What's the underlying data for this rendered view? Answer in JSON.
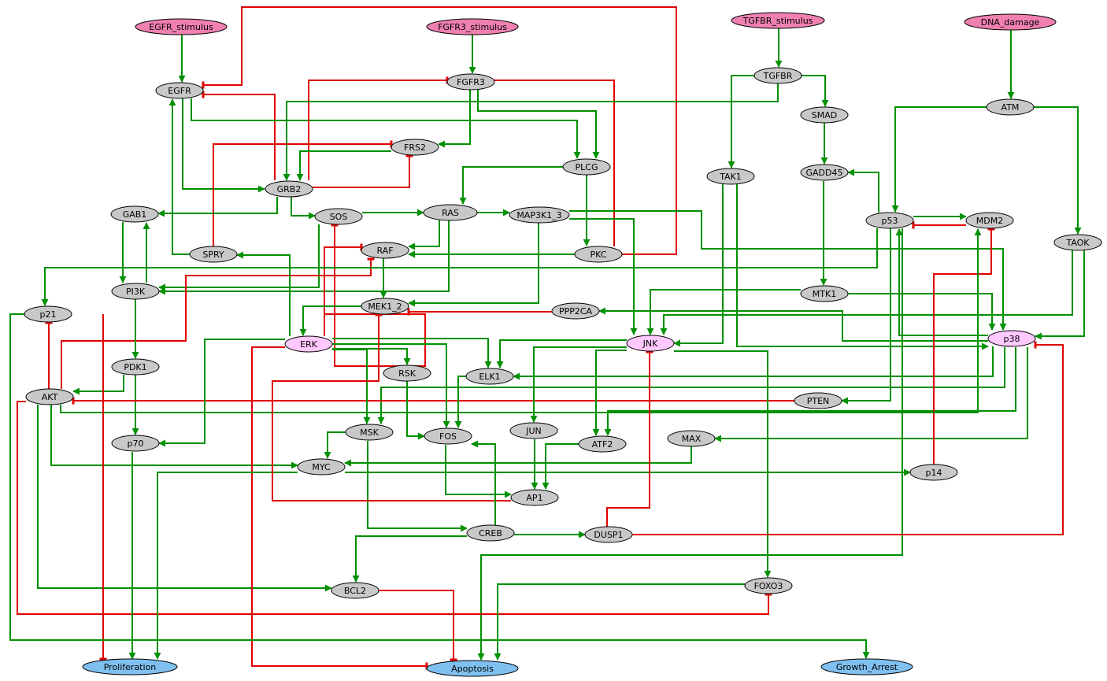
{
  "colors": {
    "activation": "#009000",
    "inhibition": "#e00000",
    "node_default": "#c8c8c8",
    "node_input": "#f080b0",
    "node_highlight": "#ffc8ff",
    "node_output": "#80c0f0",
    "node_stroke": "#000000"
  },
  "nodes": [
    {
      "id": "EGFR_stimulus",
      "label": "EGFR_stimulus",
      "kind": "input"
    },
    {
      "id": "FGFR3_stimulus",
      "label": "FGFR3_stimulus",
      "kind": "input"
    },
    {
      "id": "TGFBR_stimulus",
      "label": "TGFBR_stimulus",
      "kind": "input"
    },
    {
      "id": "DNA_damage",
      "label": "DNA_damage",
      "kind": "input"
    },
    {
      "id": "EGFR",
      "label": "EGFR",
      "kind": "default"
    },
    {
      "id": "FGFR3",
      "label": "FGFR3",
      "kind": "default"
    },
    {
      "id": "TGFBR",
      "label": "TGFBR",
      "kind": "default"
    },
    {
      "id": "ATM",
      "label": "ATM",
      "kind": "default"
    },
    {
      "id": "SMAD",
      "label": "SMAD",
      "kind": "default"
    },
    {
      "id": "FRS2",
      "label": "FRS2",
      "kind": "default"
    },
    {
      "id": "PLCG",
      "label": "PLCG",
      "kind": "default"
    },
    {
      "id": "TAK1",
      "label": "TAK1",
      "kind": "default"
    },
    {
      "id": "GADD45",
      "label": "GADD45",
      "kind": "default"
    },
    {
      "id": "GRB2",
      "label": "GRB2",
      "kind": "default"
    },
    {
      "id": "GAB1",
      "label": "GAB1",
      "kind": "default"
    },
    {
      "id": "SOS",
      "label": "SOS",
      "kind": "default"
    },
    {
      "id": "RAS",
      "label": "RAS",
      "kind": "default"
    },
    {
      "id": "MAP3K1_3",
      "label": "MAP3K1_3",
      "kind": "default"
    },
    {
      "id": "p53",
      "label": "p53",
      "kind": "default"
    },
    {
      "id": "MDM2",
      "label": "MDM2",
      "kind": "default"
    },
    {
      "id": "TAOK",
      "label": "TAOK",
      "kind": "default"
    },
    {
      "id": "SPRY",
      "label": "SPRY",
      "kind": "default"
    },
    {
      "id": "RAF",
      "label": "RAF",
      "kind": "default"
    },
    {
      "id": "PKC",
      "label": "PKC",
      "kind": "default"
    },
    {
      "id": "PI3K",
      "label": "PI3K",
      "kind": "default"
    },
    {
      "id": "MTK1",
      "label": "MTK1",
      "kind": "default"
    },
    {
      "id": "p21",
      "label": "p21",
      "kind": "default"
    },
    {
      "id": "MEK1_2",
      "label": "MEK1_2",
      "kind": "default"
    },
    {
      "id": "PPP2CA",
      "label": "PPP2CA",
      "kind": "default"
    },
    {
      "id": "ERK",
      "label": "ERK",
      "kind": "highlight"
    },
    {
      "id": "JNK",
      "label": "JNK",
      "kind": "highlight"
    },
    {
      "id": "p38",
      "label": "p38",
      "kind": "highlight"
    },
    {
      "id": "PDK1",
      "label": "PDK1",
      "kind": "default"
    },
    {
      "id": "RSK",
      "label": "RSK",
      "kind": "default"
    },
    {
      "id": "ELK1",
      "label": "ELK1",
      "kind": "default"
    },
    {
      "id": "AKT",
      "label": "AKT",
      "kind": "default"
    },
    {
      "id": "PTEN",
      "label": "PTEN",
      "kind": "default"
    },
    {
      "id": "MSK",
      "label": "MSK",
      "kind": "default"
    },
    {
      "id": "FOS",
      "label": "FOS",
      "kind": "default"
    },
    {
      "id": "JUN",
      "label": "JUN",
      "kind": "default"
    },
    {
      "id": "MAX",
      "label": "MAX",
      "kind": "default"
    },
    {
      "id": "p70",
      "label": "p70",
      "kind": "default"
    },
    {
      "id": "ATF2",
      "label": "ATF2",
      "kind": "default"
    },
    {
      "id": "MYC",
      "label": "MYC",
      "kind": "default"
    },
    {
      "id": "p14",
      "label": "p14",
      "kind": "default"
    },
    {
      "id": "AP1",
      "label": "AP1",
      "kind": "default"
    },
    {
      "id": "CREB",
      "label": "CREB",
      "kind": "default"
    },
    {
      "id": "DUSP1",
      "label": "DUSP1",
      "kind": "default"
    },
    {
      "id": "BCL2",
      "label": "BCL2",
      "kind": "default"
    },
    {
      "id": "FOXO3",
      "label": "FOXO3",
      "kind": "default"
    },
    {
      "id": "Proliferation",
      "label": "Proliferation",
      "kind": "output"
    },
    {
      "id": "Apoptosis",
      "label": "Apoptosis",
      "kind": "output"
    },
    {
      "id": "Growth_Arrest",
      "label": "Growth_Arrest",
      "kind": "output"
    }
  ],
  "edges": [
    {
      "from": "EGFR_stimulus",
      "to": "EGFR",
      "type": "activation"
    },
    {
      "from": "FGFR3_stimulus",
      "to": "FGFR3",
      "type": "activation"
    },
    {
      "from": "TGFBR_stimulus",
      "to": "TGFBR",
      "type": "activation"
    },
    {
      "from": "DNA_damage",
      "to": "ATM",
      "type": "activation"
    },
    {
      "from": "PKC",
      "to": "EGFR",
      "type": "inhibition"
    },
    {
      "from": "GRB2",
      "to": "EGFR",
      "type": "inhibition"
    },
    {
      "from": "EGFR",
      "to": "GRB2",
      "type": "activation"
    },
    {
      "from": "EGFR",
      "to": "PLCG",
      "type": "activation"
    },
    {
      "from": "SPRY",
      "to": "EGFR",
      "type": "activation"
    },
    {
      "from": "GRB2",
      "to": "FGFR3",
      "type": "inhibition"
    },
    {
      "from": "PKC",
      "to": "FGFR3",
      "type": "inhibition"
    },
    {
      "from": "FGFR3",
      "to": "FRS2",
      "type": "activation"
    },
    {
      "from": "FGFR3",
      "to": "PLCG",
      "type": "activation"
    },
    {
      "from": "TGFBR",
      "to": "GRB2",
      "type": "activation"
    },
    {
      "from": "TGFBR",
      "to": "SMAD",
      "type": "activation"
    },
    {
      "from": "TGFBR",
      "to": "TAK1",
      "type": "activation"
    },
    {
      "from": "SMAD",
      "to": "GADD45",
      "type": "activation"
    },
    {
      "from": "FRS2",
      "to": "GRB2",
      "type": "activation"
    },
    {
      "from": "SPRY",
      "to": "FRS2",
      "type": "inhibition"
    },
    {
      "from": "GRB2",
      "to": "FRS2",
      "type": "inhibition"
    },
    {
      "from": "PLCG",
      "to": "RAS",
      "type": "activation"
    },
    {
      "from": "PLCG",
      "to": "PKC",
      "type": "activation"
    },
    {
      "from": "GRB2",
      "to": "GAB1",
      "type": "activation"
    },
    {
      "from": "GRB2",
      "to": "SOS",
      "type": "activation"
    },
    {
      "from": "SOS",
      "to": "RAS",
      "type": "activation"
    },
    {
      "from": "RAS",
      "to": "MAP3K1_3",
      "type": "activation"
    },
    {
      "from": "RAS",
      "to": "RAF",
      "type": "activation"
    },
    {
      "from": "RAS",
      "to": "PI3K",
      "type": "activation"
    },
    {
      "from": "ERK",
      "to": "SOS",
      "type": "inhibition"
    },
    {
      "from": "GAB1",
      "to": "PI3K",
      "type": "activation"
    },
    {
      "from": "PI3K",
      "to": "GAB1",
      "type": "activation"
    },
    {
      "from": "SOS",
      "to": "PI3K",
      "type": "activation"
    },
    {
      "from": "PKC",
      "to": "RAF",
      "type": "activation"
    },
    {
      "from": "ERK",
      "to": "RAF",
      "type": "inhibition"
    },
    {
      "from": "AKT",
      "to": "RAF",
      "type": "inhibition"
    },
    {
      "from": "RAF",
      "to": "MEK1_2",
      "type": "activation"
    },
    {
      "from": "MAP3K1_3",
      "to": "MEK1_2",
      "type": "activation"
    },
    {
      "from": "MAP3K1_3",
      "to": "JNK",
      "type": "activation"
    },
    {
      "from": "MAP3K1_3",
      "to": "p38",
      "type": "activation"
    },
    {
      "from": "PPP2CA",
      "to": "MEK1_2",
      "type": "inhibition"
    },
    {
      "from": "MEK1_2",
      "to": "ERK",
      "type": "activation"
    },
    {
      "from": "ERK",
      "to": "SPRY",
      "type": "activation"
    },
    {
      "from": "GADD45",
      "to": "MTK1",
      "type": "activation"
    },
    {
      "from": "TAK1",
      "to": "JNK",
      "type": "activation"
    },
    {
      "from": "TAK1",
      "to": "p38",
      "type": "activation"
    },
    {
      "from": "MTK1",
      "to": "JNK",
      "type": "activation"
    },
    {
      "from": "MTK1",
      "to": "p38",
      "type": "activation"
    },
    {
      "from": "TAOK",
      "to": "JNK",
      "type": "activation"
    },
    {
      "from": "TAOK",
      "to": "p38",
      "type": "activation"
    },
    {
      "from": "ATM",
      "to": "p53",
      "type": "activation"
    },
    {
      "from": "ATM",
      "to": "TAOK",
      "type": "activation"
    },
    {
      "from": "p53",
      "to": "MDM2",
      "type": "activation"
    },
    {
      "from": "MDM2",
      "to": "p53",
      "type": "inhibition"
    },
    {
      "from": "p53",
      "to": "GADD45",
      "type": "activation"
    },
    {
      "from": "p53",
      "to": "p21",
      "type": "activation"
    },
    {
      "from": "p53",
      "to": "PTEN",
      "type": "activation"
    },
    {
      "from": "p53",
      "to": "Apoptosis",
      "type": "activation"
    },
    {
      "from": "p38",
      "to": "p53",
      "type": "activation"
    },
    {
      "from": "p38",
      "to": "PPP2CA",
      "type": "activation"
    },
    {
      "from": "p38",
      "to": "ELK1",
      "type": "activation"
    },
    {
      "from": "p38",
      "to": "MSK",
      "type": "activation"
    },
    {
      "from": "p38",
      "to": "MAX",
      "type": "activation"
    },
    {
      "from": "p38",
      "to": "ATF2",
      "type": "activation"
    },
    {
      "from": "p14",
      "to": "MDM2",
      "type": "inhibition"
    },
    {
      "from": "AKT",
      "to": "MDM2",
      "type": "activation"
    },
    {
      "from": "PI3K",
      "to": "PDK1",
      "type": "activation"
    },
    {
      "from": "PDK1",
      "to": "AKT",
      "type": "activation"
    },
    {
      "from": "PDK1",
      "to": "p70",
      "type": "activation"
    },
    {
      "from": "PTEN",
      "to": "AKT",
      "type": "inhibition"
    },
    {
      "from": "AKT",
      "to": "p21",
      "type": "inhibition"
    },
    {
      "from": "AKT",
      "to": "MYC",
      "type": "activation"
    },
    {
      "from": "AKT",
      "to": "BCL2",
      "type": "activation"
    },
    {
      "from": "AKT",
      "to": "FOXO3",
      "type": "inhibition"
    },
    {
      "from": "ERK",
      "to": "RSK",
      "type": "activation"
    },
    {
      "from": "ERK",
      "to": "ELK1",
      "type": "activation"
    },
    {
      "from": "ERK",
      "to": "MSK",
      "type": "activation"
    },
    {
      "from": "ERK",
      "to": "FOS",
      "type": "activation"
    },
    {
      "from": "ERK",
      "to": "p70",
      "type": "activation"
    },
    {
      "from": "ERK",
      "to": "Apoptosis",
      "type": "inhibition"
    },
    {
      "from": "JNK",
      "to": "ELK1",
      "type": "activation"
    },
    {
      "from": "JNK",
      "to": "JUN",
      "type": "activation"
    },
    {
      "from": "JNK",
      "to": "ATF2",
      "type": "activation"
    },
    {
      "from": "JNK",
      "to": "FOXO3",
      "type": "activation"
    },
    {
      "from": "RSK",
      "to": "FOS",
      "type": "activation"
    },
    {
      "from": "ELK1",
      "to": "FOS",
      "type": "activation"
    },
    {
      "from": "MSK",
      "to": "MYC",
      "type": "activation"
    },
    {
      "from": "MSK",
      "to": "CREB",
      "type": "activation"
    },
    {
      "from": "MAX",
      "to": "MYC",
      "type": "activation"
    },
    {
      "from": "MYC",
      "to": "p14",
      "type": "activation"
    },
    {
      "from": "MYC",
      "to": "Proliferation",
      "type": "activation"
    },
    {
      "from": "FOS",
      "to": "AP1",
      "type": "activation"
    },
    {
      "from": "JUN",
      "to": "AP1",
      "type": "activation"
    },
    {
      "from": "ATF2",
      "to": "AP1",
      "type": "activation"
    },
    {
      "from": "AP1",
      "to": "MEK1_2",
      "type": "inhibition"
    },
    {
      "from": "CREB",
      "to": "FOS",
      "type": "activation"
    },
    {
      "from": "CREB",
      "to": "DUSP1",
      "type": "activation"
    },
    {
      "from": "CREB",
      "to": "BCL2",
      "type": "activation"
    },
    {
      "from": "DUSP1",
      "to": "JNK",
      "type": "inhibition"
    },
    {
      "from": "DUSP1",
      "to": "p38",
      "type": "inhibition"
    },
    {
      "from": "p70",
      "to": "Proliferation",
      "type": "activation"
    },
    {
      "from": "p21",
      "to": "Proliferation",
      "type": "inhibition"
    },
    {
      "from": "p21",
      "to": "Growth_Arrest",
      "type": "activation"
    },
    {
      "from": "BCL2",
      "to": "Apoptosis",
      "type": "inhibition"
    },
    {
      "from": "FOXO3",
      "to": "Apoptosis",
      "type": "activation"
    }
  ]
}
